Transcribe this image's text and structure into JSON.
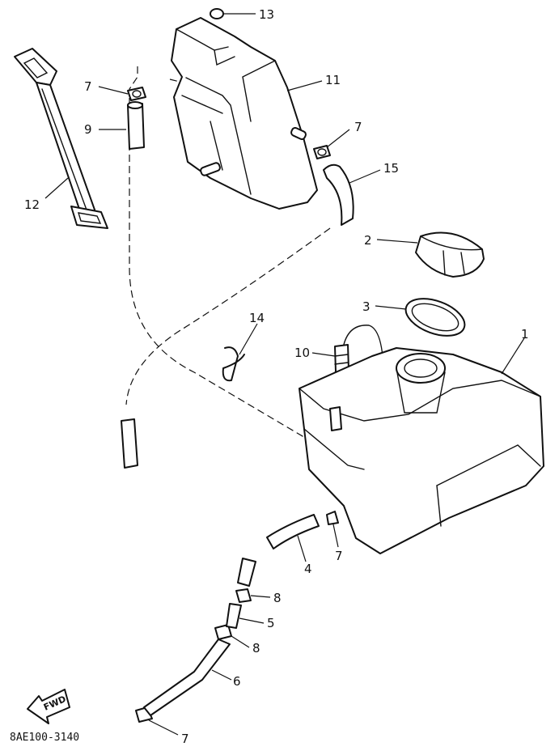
{
  "callouts": {
    "p1": "1",
    "p2": "2",
    "p3": "3",
    "p4": "4",
    "p5": "5",
    "p6": "6",
    "p7a": "7",
    "p7b": "7",
    "p7c": "7",
    "p7d": "7",
    "p8a": "8",
    "p8b": "8",
    "p9": "9",
    "p10": "10",
    "p11": "11",
    "p12": "12",
    "p13": "13",
    "p14": "14",
    "p15": "15"
  },
  "fwd_label": "FWD",
  "diagram_code": "8AE100-3140"
}
